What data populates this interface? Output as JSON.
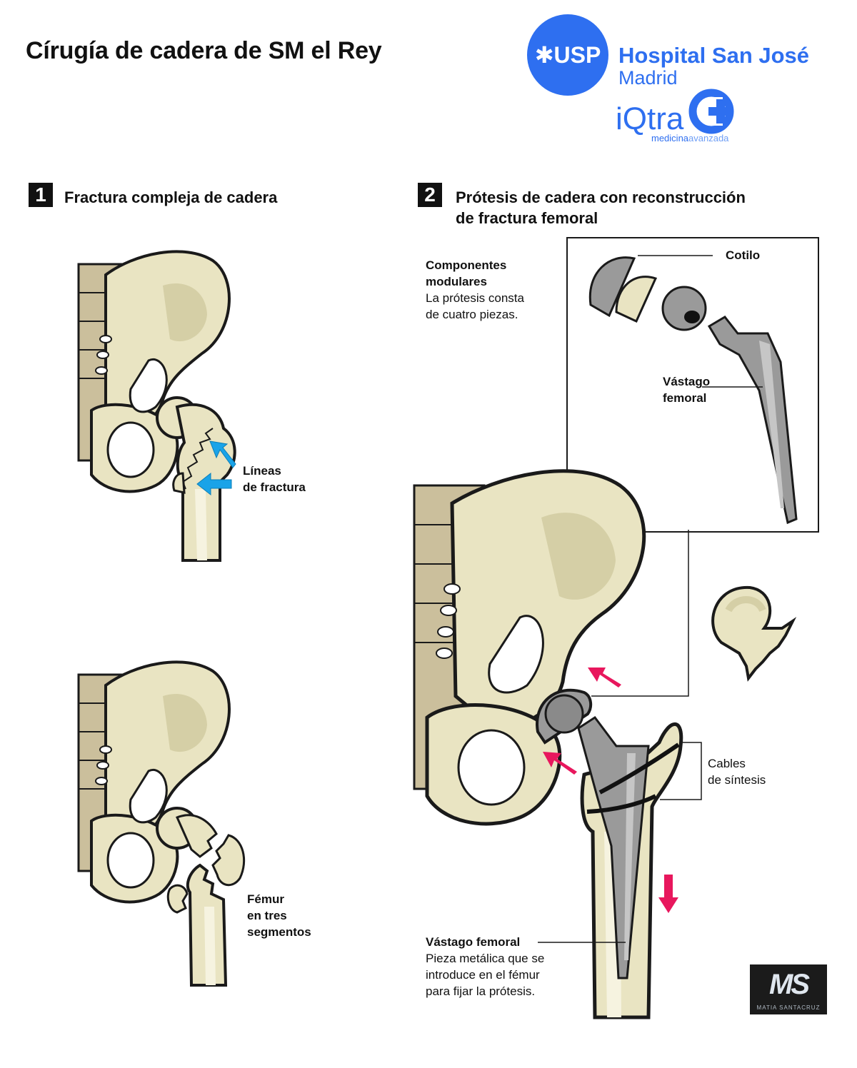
{
  "title": "Círugía de cadera de SM el Rey",
  "logos": {
    "usp": "USP",
    "hospital": "Hospital San José",
    "city": "Madrid",
    "iqtra": "iQtra",
    "medicina_bold": "medicina",
    "medicina_light": "avanzada",
    "signature_top": "MS",
    "signature_name": "MATIA SANTACRUZ"
  },
  "step1": {
    "number": "1",
    "title": "Fractura compleja de cadera",
    "label_lines_1": "Líneas",
    "label_lines_2": "de fractura",
    "label_femur_1": "Fémur",
    "label_femur_2": "en tres",
    "label_femur_3": "segmentos"
  },
  "step2": {
    "number": "2",
    "title_line1": "Prótesis de cadera con reconstrucción",
    "title_line2": "de fractura femoral",
    "modular_title_1": "Componentes",
    "modular_title_2": "modulares",
    "modular_desc_1": "La prótesis consta",
    "modular_desc_2": "de cuatro piezas.",
    "cotilo": "Cotilo",
    "vastago_1": "Vástago",
    "vastago_2": "femoral",
    "cables_1": "Cables",
    "cables_2": "de síntesis",
    "stem_title": "Vástago femoral",
    "stem_desc_1": "Pieza metálica que se",
    "stem_desc_2": "introduce en el fémur",
    "stem_desc_3": "para fijar la prótesis."
  },
  "colors": {
    "bone": "#e9e4c2",
    "bone_shade": "#d5cfa6",
    "spine": "#cbbf9c",
    "outline": "#1a1a1a",
    "metal": "#9a9a9a",
    "metal_dark": "#6f6f6f",
    "blue_arrow": "#1aa3e8",
    "red_arrow": "#e8175d",
    "brand_blue": "#2e6ff0"
  }
}
